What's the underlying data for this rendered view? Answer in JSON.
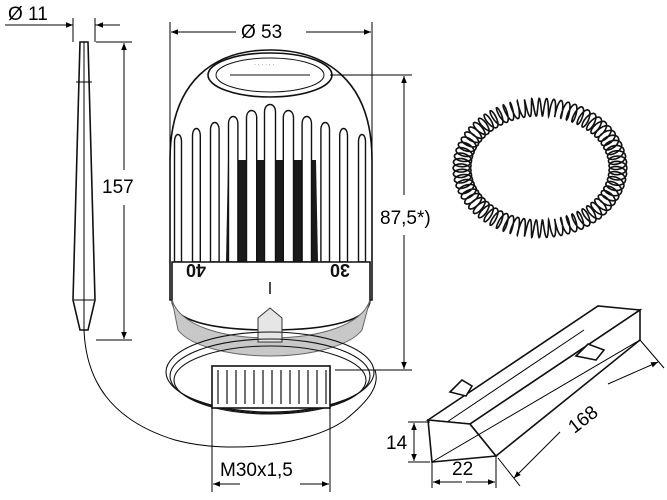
{
  "dimensions": {
    "sensor_diameter": "Ø 11",
    "head_diameter": "Ø 53",
    "sensor_length": "157",
    "head_height": "87,5*)",
    "thread": "M30x1,5",
    "clip_height": "14",
    "clip_width": "22",
    "clip_length": "168"
  },
  "scale_marks": {
    "left": "40",
    "right": "30"
  },
  "colors": {
    "line": "#000000",
    "ring_grey": "#c8c8c8",
    "background": "#ffffff"
  }
}
